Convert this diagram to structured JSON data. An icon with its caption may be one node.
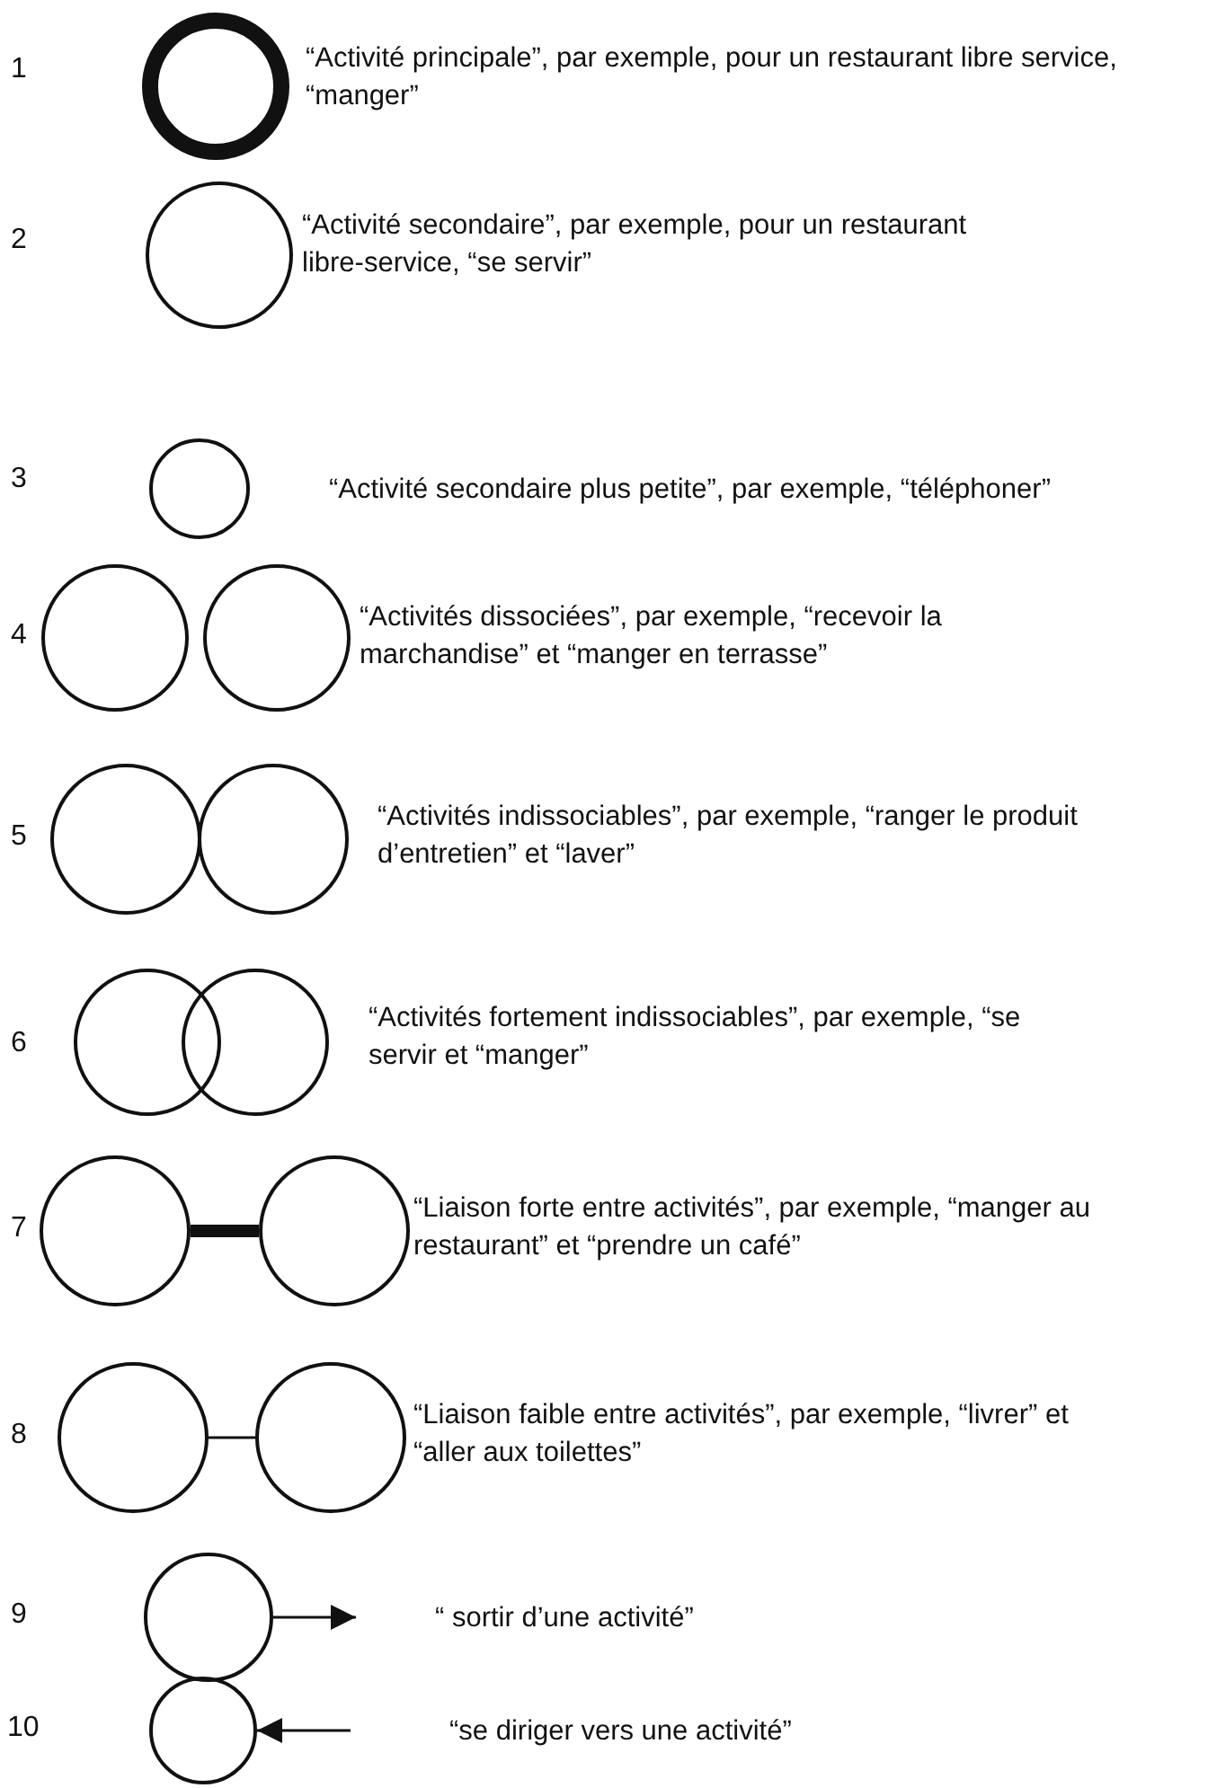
{
  "diagram": {
    "nodes": [
      {
        "text": [],
        "shape": "circle",
        "beside": [
          "“Activité principale”, par exemple, pour un restaurant libre service, “manger”"
        ]
      },
      {
        "text": [],
        "shape": "circle",
        "beside": [
          "“Activité secondaire”, par exemple, pour un restaurant libre-service, “se servir”"
        ]
      },
      {
        "text": [],
        "shape": "circle",
        "beside": [
          "“Activité secondaire plus petite”, par exemple, “téléphoner”"
        ]
      },
      {
        "text": [],
        "shape": "circle"
      },
      {
        "text": [],
        "shape": "circle",
        "beside": [
          "“Activités dissociées”, par exemple, “recevoir la marchandise” et “manger en terrasse”"
        ]
      },
      {
        "text": [],
        "shape": "circle"
      },
      {
        "text": [],
        "shape": "circle",
        "beside": [
          "“Activités indissociables”, par exemple, “ranger le produit d’entretien” et “laver”"
        ]
      },
      {
        "text": [],
        "shape": "circle"
      },
      {
        "text": [],
        "shape": "circle",
        "beside": [
          "“Activités fortement indissociables”, par exemple, “se servir et “manger”"
        ]
      },
      {
        "text": [],
        "shape": "circle"
      },
      {
        "text": [],
        "shape": "circle",
        "beside": [
          "“Liaison forte entre activités”, par exemple, “manger au restaurant” et “prendre un café”"
        ]
      },
      {
        "text": [],
        "shape": "circle"
      },
      {
        "text": [],
        "shape": "circle",
        "beside": [
          "“Liaison faible entre activités”, par exemple, “livrer” et “aller aux toilettes”"
        ]
      },
      {
        "text": [],
        "shape": "circle"
      },
      {
        "text": [],
        "shape": "circle"
      }
    ],
    "edges": [
      {
        "from": 9,
        "to": 10,
        "arrow": "none",
        "style": "thick"
      },
      {
        "from": 11,
        "to": 12,
        "arrow": "none"
      },
      {
        "from": 13,
        "to": null,
        "arrow": "to"
      },
      {
        "from": null,
        "to": 14,
        "arrow": "to"
      }
    ],
    "labels": [
      "1",
      "2",
      "3",
      "4",
      "5",
      "6",
      "7",
      "8",
      "9",
      "“ sortir d’une activité”",
      "10",
      "“se diriger vers une activité”"
    ]
  }
}
